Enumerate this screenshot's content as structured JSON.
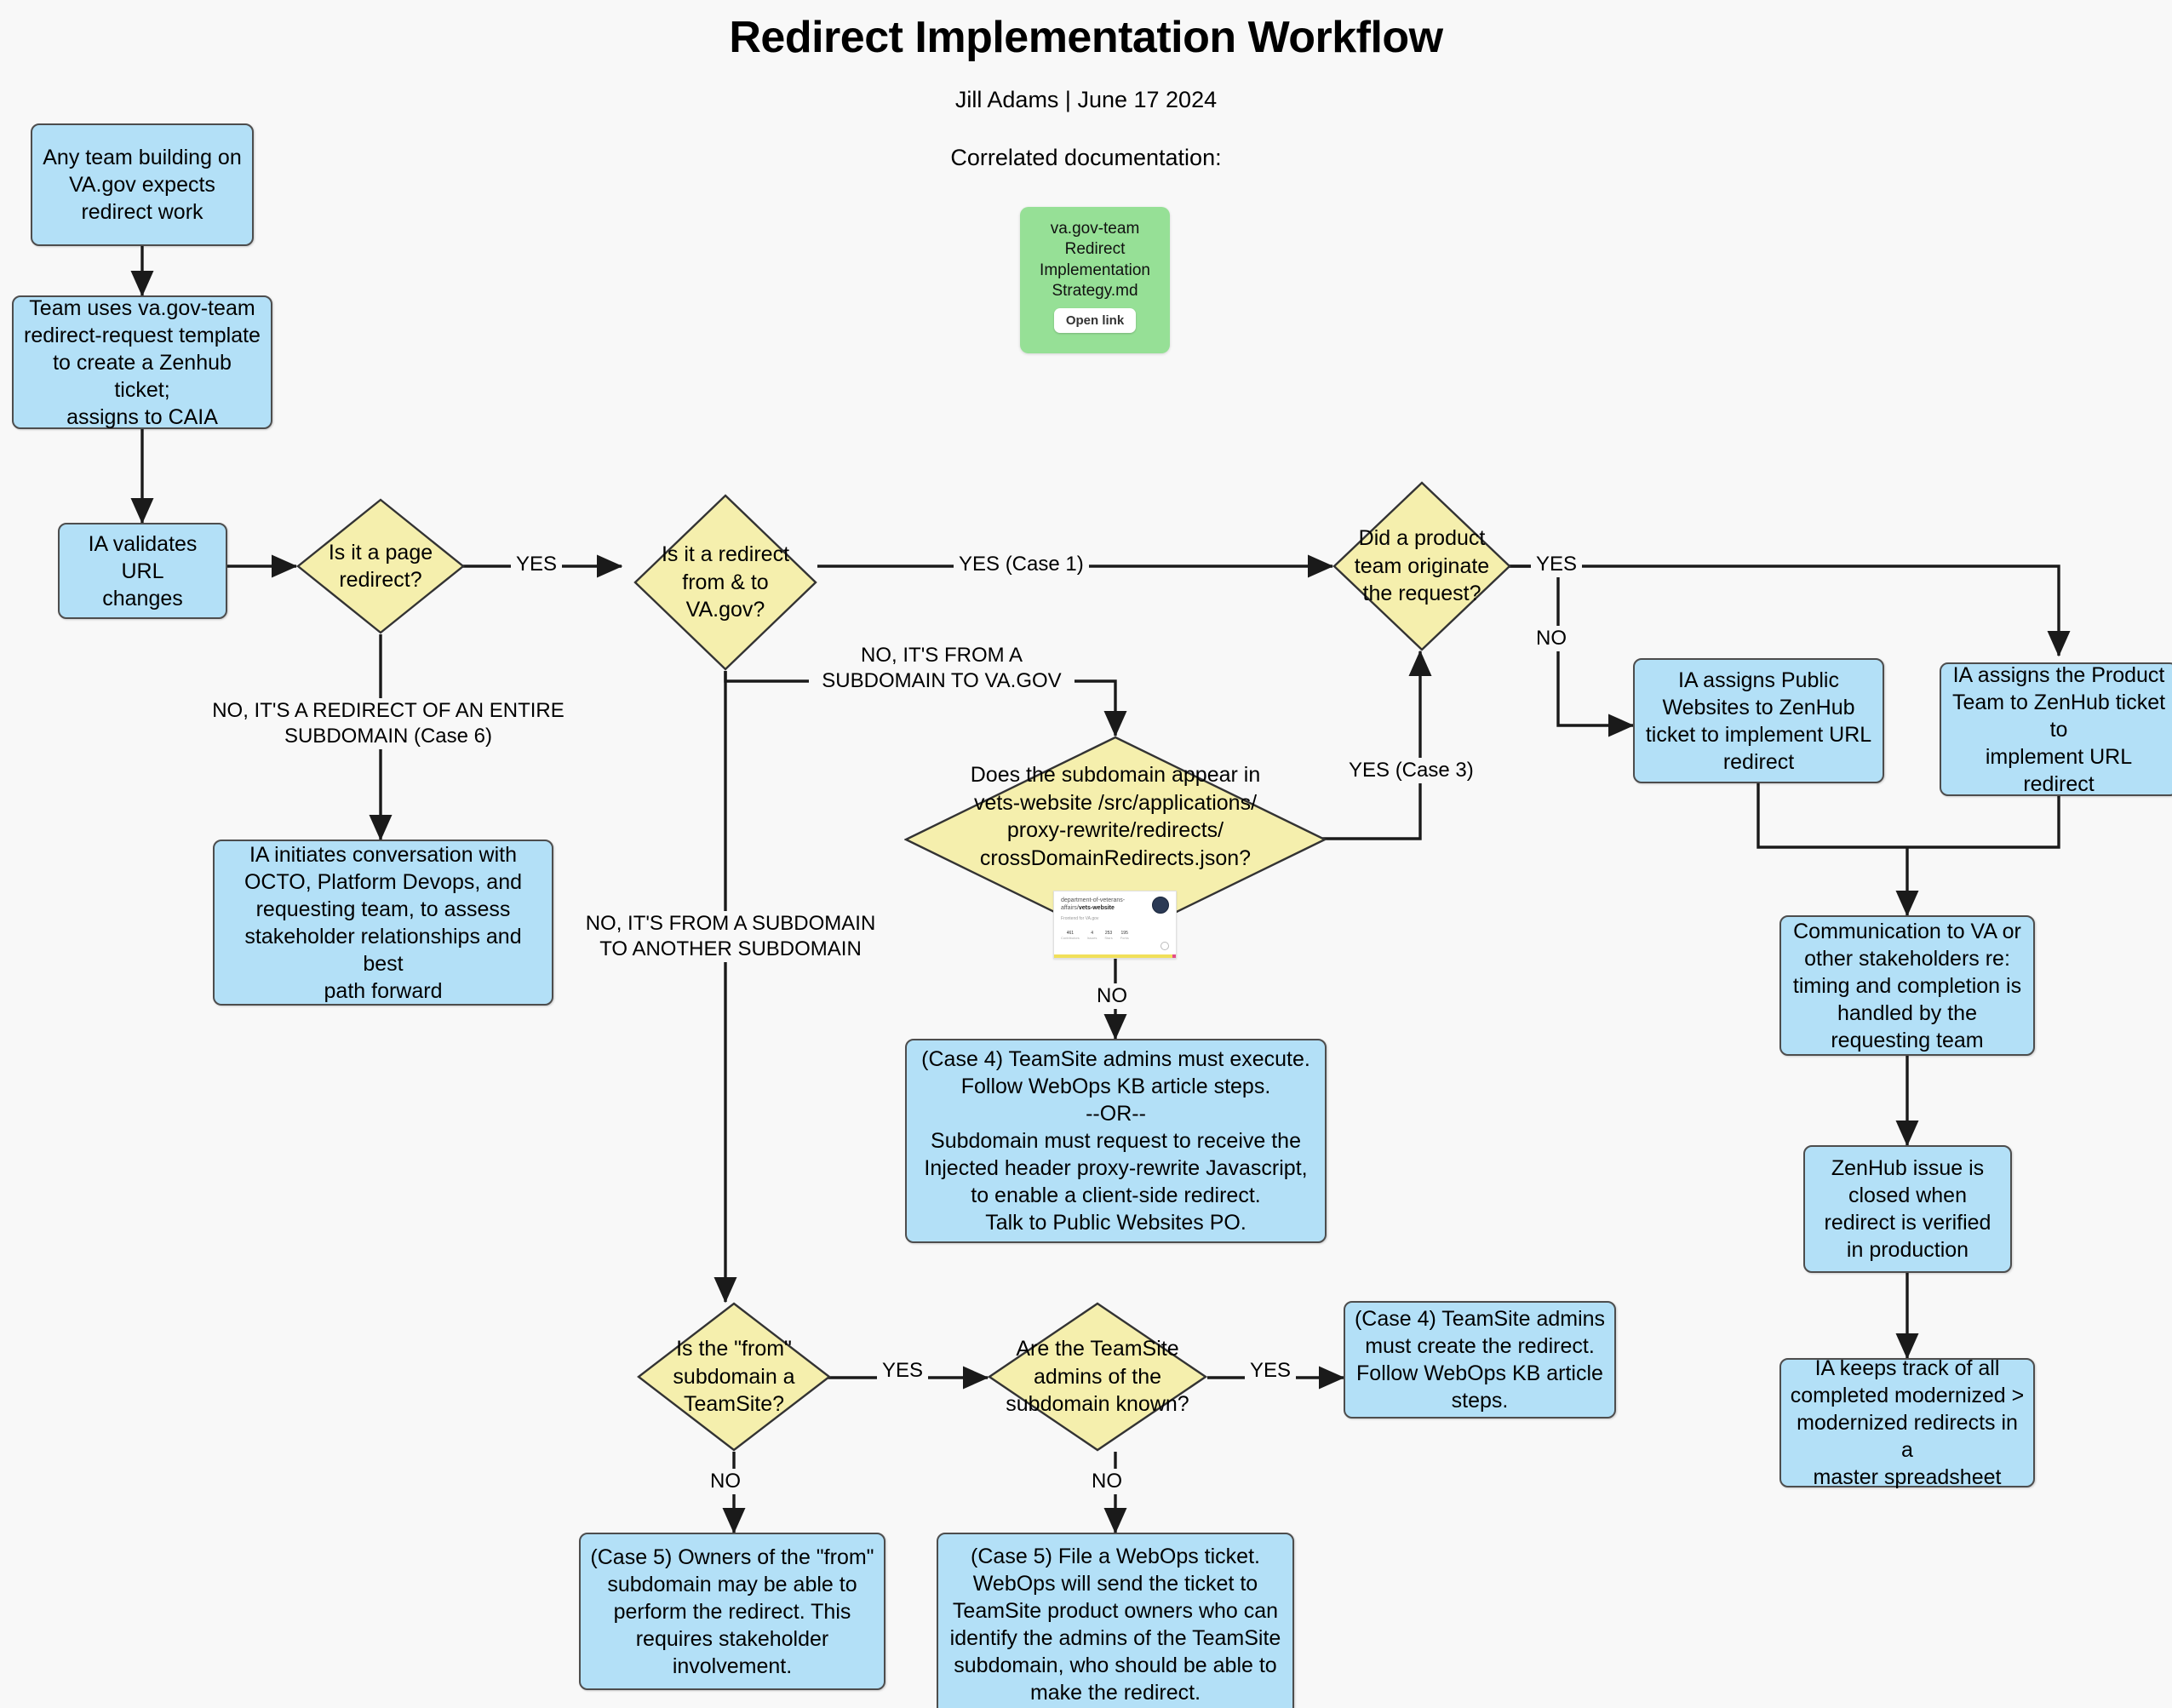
{
  "header": {
    "title": "Redirect Implementation Workflow",
    "byline": "Jill Adams | June 17 2024",
    "doc_heading": "Correlated documentation:"
  },
  "doc_card": {
    "title": "va.gov-team\nRedirect\nImplementation\nStrategy.md",
    "button_label": "Open link",
    "color": "#96e096"
  },
  "github_card": {
    "repo_owner": "department-of-veterans-affairs/",
    "repo_name": "vets-website",
    "subtitle": "Frontend for VA.gov",
    "stats": [
      {
        "value": "461",
        "label": "Contributors"
      },
      {
        "value": "4",
        "label": "Issues"
      },
      {
        "value": "253",
        "label": "Stars"
      },
      {
        "value": "195",
        "label": "Forks"
      }
    ],
    "language_color": "#f1e05a"
  },
  "colors": {
    "process_fill": "#b3e0f7",
    "decision_fill": "#f5efad",
    "stroke": "#4d4d4d",
    "line": "#1a1a1a",
    "background": "#f8f8f8"
  },
  "nodes": {
    "n1": "Any team building on\nVA.gov expects\nredirect work",
    "n2": "Team uses va.gov-team\nredirect-request template\nto create a Zenhub ticket;\nassigns to CAIA",
    "n3": "IA validates URL\nchanges",
    "d1": "Is it a page\nredirect?",
    "d2": "Is it a redirect\nfrom & to\nVA.gov?",
    "d3": "Did a product\nteam originate\nthe request?",
    "d4": "Does the subdomain appear in\nvets-website /src/applications/\nproxy-rewrite/redirects/\ncrossDomainRedirects.json?",
    "d5": "Is the \"from\"\nsubdomain a\nTeamSite?",
    "d6": "Are the TeamSite\nadmins of the\nsubdomain known?",
    "n4": "IA initiates conversation with\nOCTO, Platform Devops, and\nrequesting team, to assess\nstakeholder relationships and best\npath forward",
    "n5": "IA assigns Public\nWebsites to ZenHub\nticket to implement URL\nredirect",
    "n6": "IA assigns the Product\nTeam to ZenHub ticket to\nimplement URL redirect",
    "n7": "Communication to VA or\nother stakeholders re:\ntiming and completion is\nhandled by the\nrequesting team",
    "n8": "ZenHub issue is\nclosed when\nredirect is verified\nin production",
    "n9": "IA keeps track of all\ncompleted modernized >\nmodernized redirects in a\nmaster spreadsheet",
    "n10": "(Case 4) TeamSite admins must execute.\nFollow WebOps KB article steps.\n--OR--\nSubdomain must request to receive the\nInjected header proxy-rewrite Javascript,\nto enable a client-side redirect.\nTalk to Public Websites PO.",
    "n11": "(Case 4) TeamSite admins\nmust create the redirect.\nFollow WebOps KB article\nsteps.",
    "n12": "(Case 5) Owners of the \"from\"\nsubdomain may be able to\nperform the redirect. This\nrequires stakeholder\ninvolvement.",
    "n13": "(Case 5) File a WebOps ticket.\nWebOps will send the ticket to\nTeamSite product owners who can\nidentify the admins of the TeamSite\nsubdomain, who should be able to\nmake the redirect."
  },
  "edge_labels": {
    "e1": "YES",
    "e2": "NO, IT'S A REDIRECT OF AN ENTIRE\nSUBDOMAIN (Case 6)",
    "e3": "YES (Case 1)",
    "e4": "NO, IT'S FROM A\nSUBDOMAIN TO VA.GOV",
    "e5": "NO, IT'S FROM A SUBDOMAIN\nTO ANOTHER SUBDOMAIN",
    "e6": "YES",
    "e7": "NO",
    "e8": "YES (Case 3)",
    "e9": "NO",
    "e10": "YES",
    "e11": "NO",
    "e12": "YES",
    "e13": "NO"
  }
}
